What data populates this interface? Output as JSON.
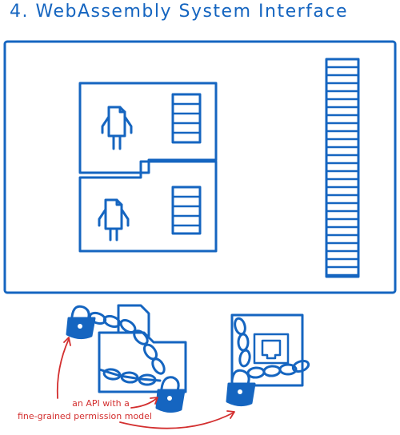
{
  "title": "4. WebAssembly System Interface",
  "annotation": {
    "line1": "an API with a",
    "line2": "fine-grained permission model"
  },
  "colors": {
    "stroke": "#1565c0",
    "annotation": "#d32f2f",
    "background": "#ffffff"
  },
  "icons": [
    "wasm-module-icon",
    "file-document-icon",
    "folder-icon",
    "padlock-icon",
    "chain-icon",
    "network-port-icon"
  ]
}
